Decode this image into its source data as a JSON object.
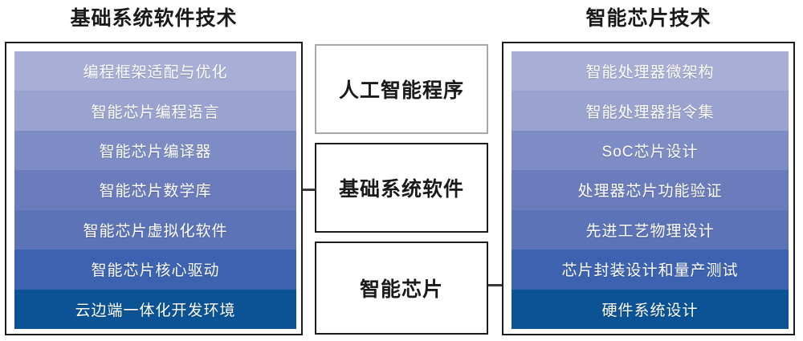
{
  "diagram": {
    "columns": {
      "left": {
        "title": "基础系统软件技术",
        "items": [
          {
            "label": "编程框架适配与优化",
            "color": "#a8aed6"
          },
          {
            "label": "智能芯片编程语言",
            "color": "#9aa3cf"
          },
          {
            "label": "智能芯片编译器",
            "color": "#7d8cc4"
          },
          {
            "label": "智能芯片数学库",
            "color": "#6b7cbd"
          },
          {
            "label": "智能芯片虚拟化软件",
            "color": "#5c73b8"
          },
          {
            "label": "智能芯片核心驱动",
            "color": "#3d63b0"
          },
          {
            "label": "云边端一体化开发环境",
            "color": "#0b5394"
          }
        ]
      },
      "middle": {
        "items": [
          {
            "label": "人工智能程序",
            "border_color": "#a8a8a8"
          },
          {
            "label": "基础系统软件",
            "border_color": "#1c1c1c"
          },
          {
            "label": "智能芯片",
            "border_color": "#1c1c1c"
          }
        ]
      },
      "right": {
        "title": "智能芯片技术",
        "items": [
          {
            "label": "智能处理器微架构",
            "color": "#a8aed6"
          },
          {
            "label": "智能处理器指令集",
            "color": "#9aa3cf"
          },
          {
            "label": "SoC芯片设计",
            "color": "#7d8cc4"
          },
          {
            "label": "处理器芯片功能验证",
            "color": "#6b7cbd"
          },
          {
            "label": "先进工艺物理设计",
            "color": "#5c73b8"
          },
          {
            "label": "芯片封装设计和量产测试",
            "color": "#3d63b0"
          },
          {
            "label": "硬件系统设计",
            "color": "#0b5394"
          }
        ]
      }
    },
    "connectors": [
      {
        "name": "left-panel-to-basic-system-software"
      },
      {
        "name": "smart-chip-to-right-panel"
      }
    ],
    "colors": {
      "frame": "#1c1c1c",
      "light_frame": "#a8a8a8",
      "text_dark": "#1a1a1a",
      "text_on_band": "#ffffff",
      "background": "#ffffff"
    }
  }
}
